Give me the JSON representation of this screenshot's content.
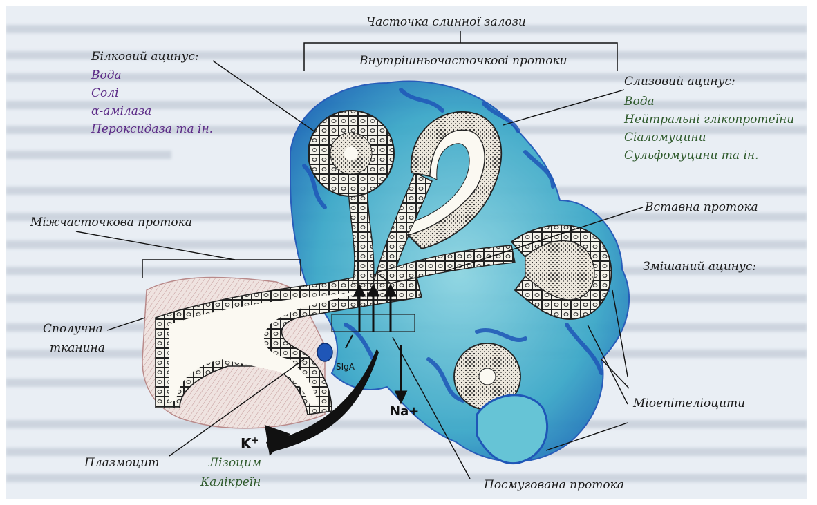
{
  "labels": {
    "lobule": "Часточка слинної залози",
    "intralobular": "Внутрішньочасточкові протоки",
    "serous_title": "Білковий ацинус:",
    "serous_items": [
      "Вода",
      "Солі",
      "α-амілаза",
      "Пероксидаза та ін."
    ],
    "mucous_title": "Слизовий ацинус:",
    "mucous_items": [
      "Вода",
      "Нейтральні глікопротеїни",
      "Сіаломуцини",
      "Сульфомуцини та ін."
    ],
    "interlobular": "Міжчасточкова протока",
    "intercalated": "Вставна протока",
    "mixed": "Змішаний ацинус:",
    "connective": [
      "Сполучна",
      "тканина"
    ],
    "myoepithelial": "Міоепітеліоцити",
    "plasma": "Плазмоцит",
    "striated": "Посмугована протока",
    "lysozyme": "Лізоцим",
    "kallikrein": "Калікреїн",
    "sIgA": "SIgA",
    "K": "K",
    "K_sup": "+",
    "Na": "Na+"
  },
  "colors": {
    "teal": "#37a9c6",
    "teal_light": "#7fd0dc",
    "blue_dark": "#1f56b7",
    "stroma": "#b98a8a",
    "ink": "#1b1b1b",
    "purple_text": "#5b2a86",
    "green_text": "#2f5a2c"
  }
}
